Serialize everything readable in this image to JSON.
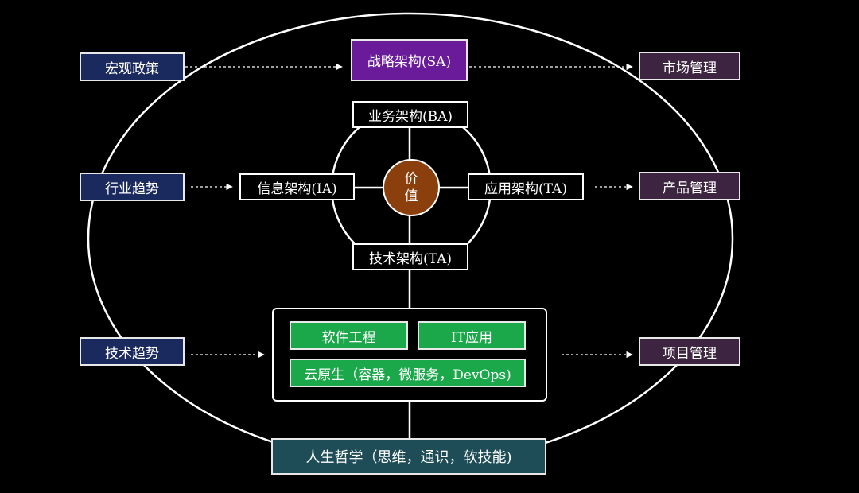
{
  "left_factors": [
    "宏观政策",
    "行业趋势",
    "技术趋势"
  ],
  "right_outcomes": [
    "市场管理",
    "产品管理",
    "项目管理"
  ],
  "architectures": {
    "strategy": "战略架构(SA)",
    "business": "业务架构(BA)",
    "information": "信息架构(IA)",
    "application": "应用架构(TA)",
    "technology": "技术架构(TA)"
  },
  "center": {
    "line1": "价",
    "line2": "值"
  },
  "practice": {
    "software_engineering": "软件工程",
    "it_application": "IT应用",
    "cloud_native": "云原生（容器，微服务，DevOps)"
  },
  "foundation": "人生哲学（思维，通识，软技能)",
  "colors": {
    "background": "#000000",
    "left_box": "#1b2a5e",
    "right_box": "#3d2440",
    "strategy_box": "#6a1b9a",
    "value_circle": "#8b3f0c",
    "practice_box": "#1aa84a",
    "foundation_box": "#1e4d57",
    "lines": "#ffffff"
  }
}
